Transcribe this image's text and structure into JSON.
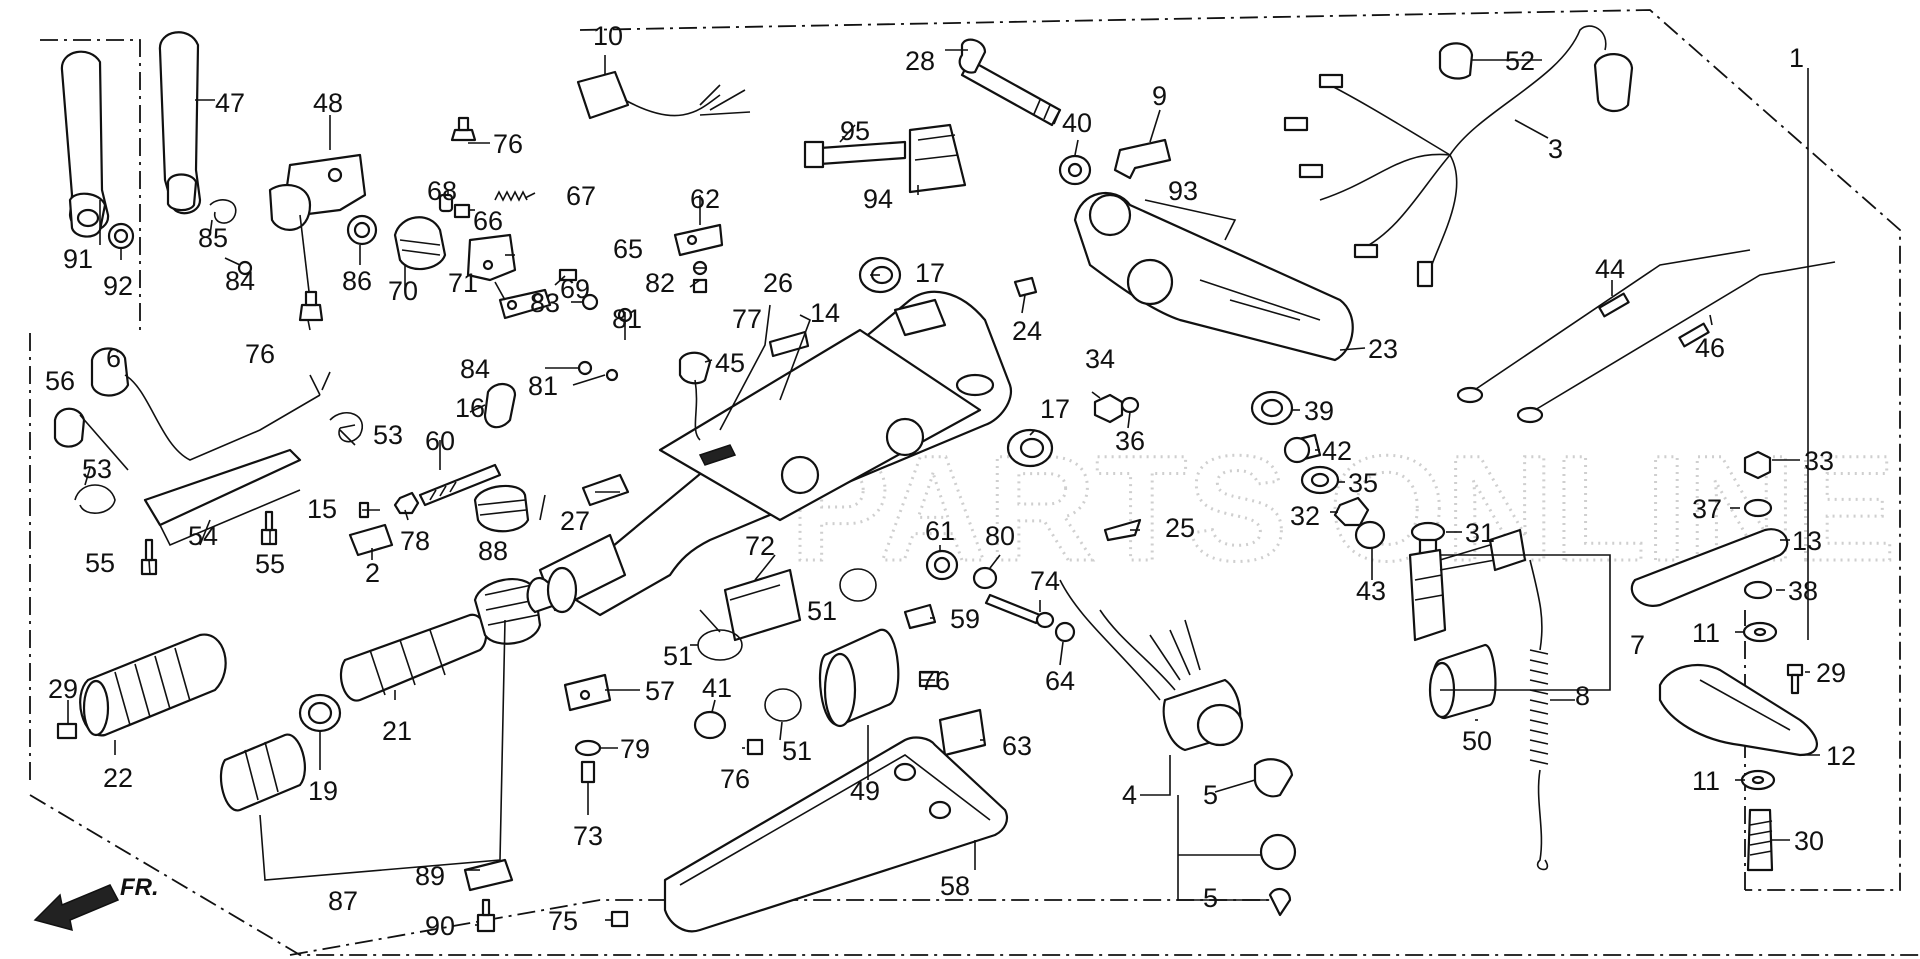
{
  "diagram": {
    "direction_label": "FR.",
    "watermark": "PARTS ONLINE",
    "callouts": [
      {
        "id": "c1",
        "text": "1"
      },
      {
        "id": "c2",
        "text": "2"
      },
      {
        "id": "c3",
        "text": "3"
      },
      {
        "id": "c4",
        "text": "4"
      },
      {
        "id": "c5a",
        "text": "5"
      },
      {
        "id": "c5b",
        "text": "5"
      },
      {
        "id": "c6",
        "text": "6"
      },
      {
        "id": "c7",
        "text": "7"
      },
      {
        "id": "c8",
        "text": "8"
      },
      {
        "id": "c9",
        "text": "9"
      },
      {
        "id": "c10",
        "text": "10"
      },
      {
        "id": "c11a",
        "text": "11"
      },
      {
        "id": "c11b",
        "text": "11"
      },
      {
        "id": "c12",
        "text": "12"
      },
      {
        "id": "c13",
        "text": "13"
      },
      {
        "id": "c14",
        "text": "14"
      },
      {
        "id": "c15",
        "text": "15"
      },
      {
        "id": "c16",
        "text": "16"
      },
      {
        "id": "c17a",
        "text": "17"
      },
      {
        "id": "c17b",
        "text": "17"
      },
      {
        "id": "c19",
        "text": "19"
      },
      {
        "id": "c21",
        "text": "21"
      },
      {
        "id": "c22",
        "text": "22"
      },
      {
        "id": "c23",
        "text": "23"
      },
      {
        "id": "c24",
        "text": "24"
      },
      {
        "id": "c25",
        "text": "25"
      },
      {
        "id": "c26",
        "text": "26"
      },
      {
        "id": "c27",
        "text": "27"
      },
      {
        "id": "c28",
        "text": "28"
      },
      {
        "id": "c29a",
        "text": "29"
      },
      {
        "id": "c29b",
        "text": "29"
      },
      {
        "id": "c30",
        "text": "30"
      },
      {
        "id": "c31",
        "text": "31"
      },
      {
        "id": "c32",
        "text": "32"
      },
      {
        "id": "c33",
        "text": "33"
      },
      {
        "id": "c34",
        "text": "34"
      },
      {
        "id": "c35",
        "text": "35"
      },
      {
        "id": "c36",
        "text": "36"
      },
      {
        "id": "c37",
        "text": "37"
      },
      {
        "id": "c38",
        "text": "38"
      },
      {
        "id": "c39",
        "text": "39"
      },
      {
        "id": "c40",
        "text": "40"
      },
      {
        "id": "c41",
        "text": "41"
      },
      {
        "id": "c42",
        "text": "42"
      },
      {
        "id": "c43",
        "text": "43"
      },
      {
        "id": "c44",
        "text": "44"
      },
      {
        "id": "c45",
        "text": "45"
      },
      {
        "id": "c46",
        "text": "46"
      },
      {
        "id": "c47",
        "text": "47"
      },
      {
        "id": "c48",
        "text": "48"
      },
      {
        "id": "c49",
        "text": "49"
      },
      {
        "id": "c50",
        "text": "50"
      },
      {
        "id": "c51a",
        "text": "51"
      },
      {
        "id": "c51b",
        "text": "51"
      },
      {
        "id": "c51c",
        "text": "51"
      },
      {
        "id": "c52",
        "text": "52"
      },
      {
        "id": "c53a",
        "text": "53"
      },
      {
        "id": "c53b",
        "text": "53"
      },
      {
        "id": "c54",
        "text": "54"
      },
      {
        "id": "c55a",
        "text": "55"
      },
      {
        "id": "c55b",
        "text": "55"
      },
      {
        "id": "c56",
        "text": "56"
      },
      {
        "id": "c57",
        "text": "57"
      },
      {
        "id": "c58",
        "text": "58"
      },
      {
        "id": "c59",
        "text": "59"
      },
      {
        "id": "c60",
        "text": "60"
      },
      {
        "id": "c61",
        "text": "61"
      },
      {
        "id": "c62",
        "text": "62"
      },
      {
        "id": "c63",
        "text": "63"
      },
      {
        "id": "c64",
        "text": "64"
      },
      {
        "id": "c65",
        "text": "65"
      },
      {
        "id": "c66",
        "text": "66"
      },
      {
        "id": "c67",
        "text": "67"
      },
      {
        "id": "c68",
        "text": "68"
      },
      {
        "id": "c69",
        "text": "69"
      },
      {
        "id": "c70",
        "text": "70"
      },
      {
        "id": "c71",
        "text": "71"
      },
      {
        "id": "c72",
        "text": "72"
      },
      {
        "id": "c73",
        "text": "73"
      },
      {
        "id": "c74",
        "text": "74"
      },
      {
        "id": "c75",
        "text": "75"
      },
      {
        "id": "c76a",
        "text": "76"
      },
      {
        "id": "c76b",
        "text": "76"
      },
      {
        "id": "c76c",
        "text": "76"
      },
      {
        "id": "c76d",
        "text": "76"
      },
      {
        "id": "c77",
        "text": "77"
      },
      {
        "id": "c78",
        "text": "78"
      },
      {
        "id": "c79",
        "text": "79"
      },
      {
        "id": "c80",
        "text": "80"
      },
      {
        "id": "c81a",
        "text": "81"
      },
      {
        "id": "c81b",
        "text": "81"
      },
      {
        "id": "c82",
        "text": "82"
      },
      {
        "id": "c83",
        "text": "83"
      },
      {
        "id": "c84a",
        "text": "84"
      },
      {
        "id": "c84b",
        "text": "84"
      },
      {
        "id": "c85",
        "text": "85"
      },
      {
        "id": "c86",
        "text": "86"
      },
      {
        "id": "c87",
        "text": "87"
      },
      {
        "id": "c88",
        "text": "88"
      },
      {
        "id": "c89",
        "text": "89"
      },
      {
        "id": "c90",
        "text": "90"
      },
      {
        "id": "c91",
        "text": "91"
      },
      {
        "id": "c92",
        "text": "92"
      },
      {
        "id": "c93",
        "text": "93"
      },
      {
        "id": "c94",
        "text": "94"
      },
      {
        "id": "c95",
        "text": "95"
      }
    ]
  }
}
